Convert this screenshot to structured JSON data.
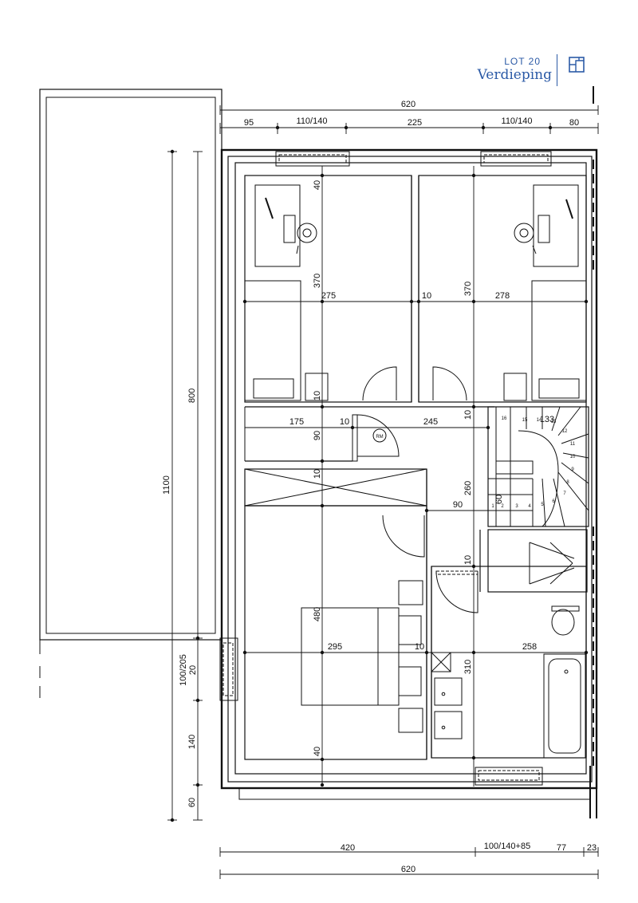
{
  "header": {
    "lot": "LOT 20",
    "title": "Verdieping",
    "accent_color": "#2b5aa6",
    "icon": "floorplan-icon"
  },
  "dimensions": {
    "top_total": "620",
    "top_window_left_offset": "95",
    "top_window_left": "110/140",
    "top_middle": "225",
    "top_window_right": "110/140",
    "top_right_offset": "80",
    "left_total": "1100",
    "left_upper": "800",
    "left_window": "100/205",
    "left_20": "20",
    "left_140": "140",
    "left_60": "60",
    "bottom_420": "420",
    "bottom_window": "100/140+85",
    "bottom_77": "77",
    "bottom_23": "23",
    "bottom_total": "620"
  },
  "interior": {
    "d40_top": "40",
    "d370_left": "370",
    "d275": "275",
    "d10_mid": "10",
    "d370_right": "370",
    "d278": "278",
    "d10_a": "10",
    "d10_b": "10",
    "d175": "175",
    "d10_c": "10",
    "d245": "245",
    "d133": "133",
    "d90_left": "90",
    "d10_d": "10",
    "d260": "260",
    "d90_right": "90",
    "d10_e": "10",
    "d480": "480",
    "d295": "295",
    "d10_f": "10",
    "d258": "258",
    "d310": "310",
    "d40_bottom": "40",
    "d60_stair": "60",
    "rm_label": "RM"
  },
  "stairs": {
    "steps": [
      "1",
      "2",
      "3",
      "4",
      "5",
      "6",
      "7",
      "8",
      "9",
      "10",
      "11",
      "12",
      "13",
      "14",
      "15",
      "16"
    ]
  }
}
